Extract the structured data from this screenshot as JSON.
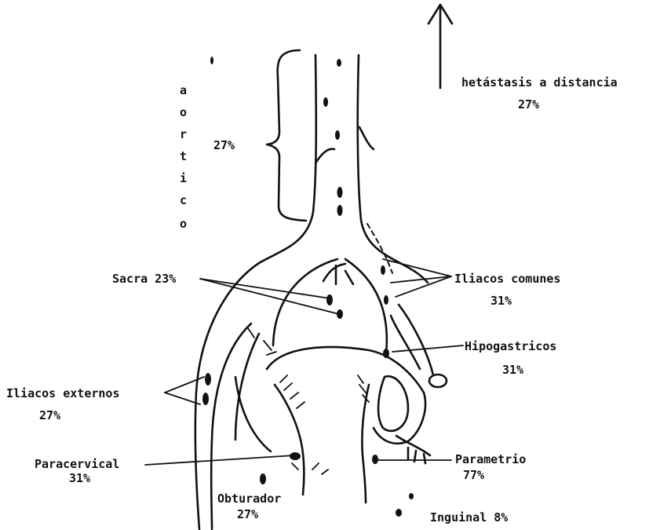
{
  "aortic": {
    "letters": [
      "a",
      "o",
      "r",
      "t",
      "i",
      "c",
      "o"
    ],
    "percent": "27%"
  },
  "labels": {
    "metastasis": {
      "name": "hetástasis a distancia",
      "percent": "27%"
    },
    "sacra": {
      "name": "Sacra 23%"
    },
    "iliacos_comunes": {
      "name": "Iliacos comunes",
      "percent": "31%"
    },
    "hipogastricos": {
      "name": "Hipogastricos",
      "percent": "31%"
    },
    "iliacos_externos": {
      "name": "Iliacos externos",
      "percent": "27%"
    },
    "paracervical": {
      "name": "Paracervical",
      "percent": "31%"
    },
    "parametrio": {
      "name": "Parametrio",
      "percent": "77%"
    },
    "obturador": {
      "name": "Obturador",
      "percent": "27%"
    },
    "inguinal": {
      "name": "Inguinal 8%"
    }
  },
  "colors": {
    "ink": "#111111",
    "background": "#ffffff"
  }
}
